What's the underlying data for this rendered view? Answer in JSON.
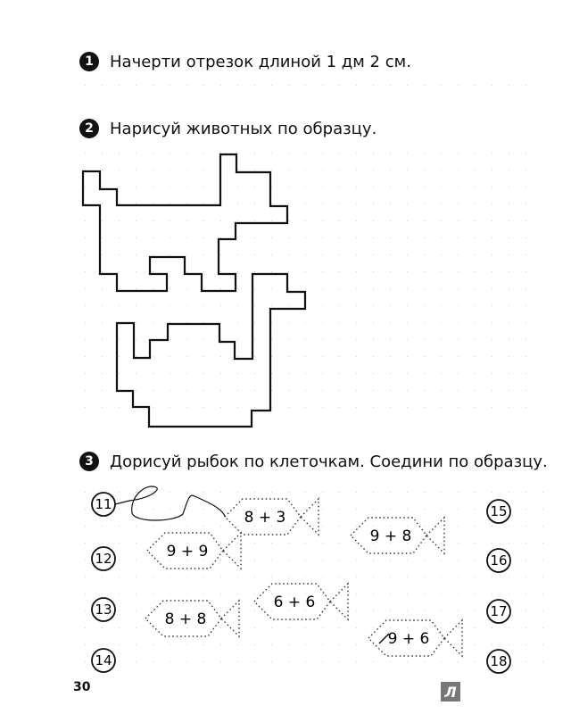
{
  "tasks": [
    {
      "number": "1",
      "text": "Начерти отрезок длиной 1 дм 2 см."
    },
    {
      "number": "2",
      "text": "Нарисуй животных по образцу."
    },
    {
      "number": "3",
      "text": "Дорисуй рыбок по клеточкам. Соедини по образцу."
    }
  ],
  "left_numbers": [
    "11",
    "12",
    "13",
    "14"
  ],
  "right_numbers": [
    "15",
    "16",
    "17",
    "18"
  ],
  "fish": [
    "8 + 3",
    "9 + 9",
    "9 + 8",
    "6 + 6",
    "8 + 8",
    "9 + 6"
  ],
  "page_number": "30",
  "logo": "Л"
}
